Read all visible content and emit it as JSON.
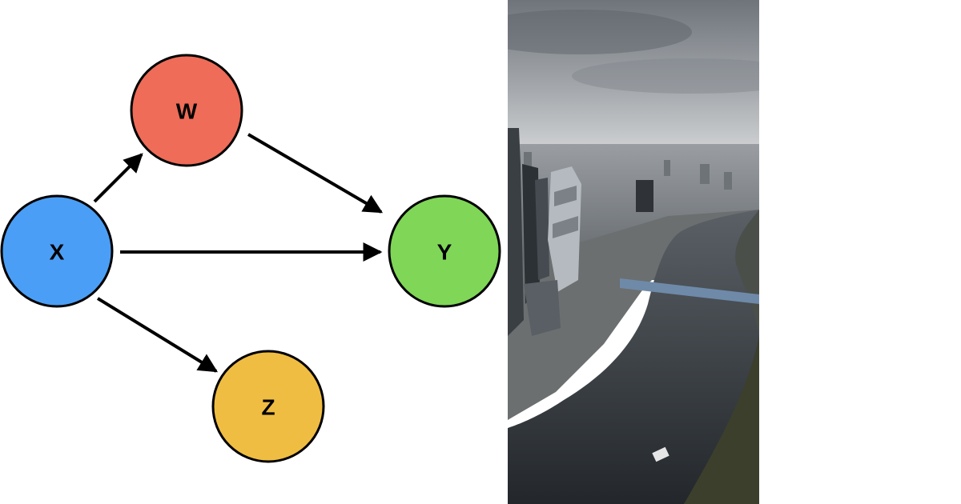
{
  "nodes": [
    {
      "id": "x",
      "label": "X",
      "color": "#4b9ef5"
    },
    {
      "id": "w",
      "label": "W",
      "color": "#ee6c58"
    },
    {
      "id": "y",
      "label": "Y",
      "color": "#7fd657"
    },
    {
      "id": "z",
      "label": "Z",
      "color": "#f0bd43"
    }
  ],
  "edges": [
    {
      "from": "x",
      "to": "w"
    },
    {
      "from": "w",
      "to": "y"
    },
    {
      "from": "x",
      "to": "y"
    },
    {
      "from": "x",
      "to": "z"
    }
  ],
  "colors": {
    "edge": "#000000",
    "node_stroke": "#000000",
    "sky_top": "#7d8288",
    "sky_bottom": "#c9ccd0",
    "river": "#2d3237",
    "city": "#8b8f92",
    "bank": "#3d4226"
  }
}
